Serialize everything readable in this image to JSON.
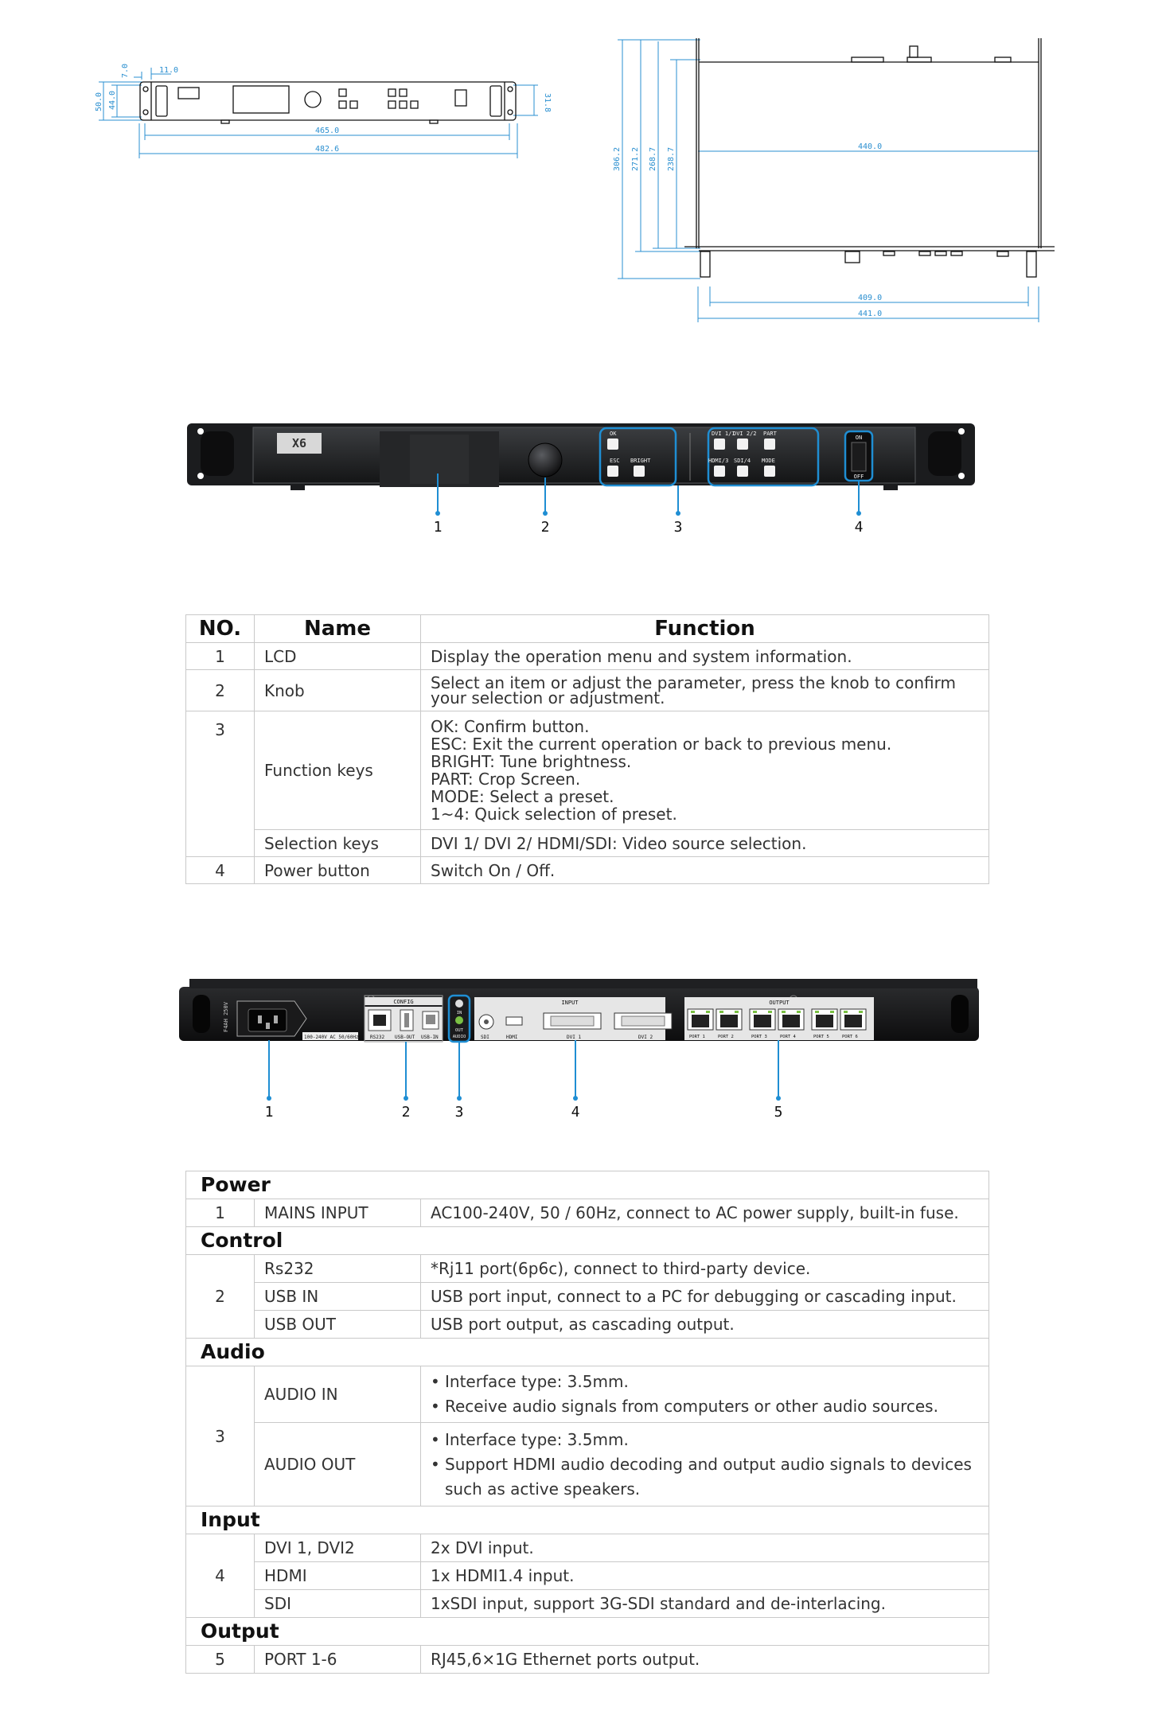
{
  "dims": {
    "front": [
      "11.0",
      "7.0",
      "50.0",
      "44.0",
      "31.8",
      "465.0",
      "482.6"
    ],
    "side": [
      "306.2",
      "271.2",
      "268.7",
      "238.7",
      "440.0",
      "409.0",
      "441.0"
    ]
  },
  "front_panel": {
    "logo": "X6",
    "keys": [
      "OK",
      "ESC",
      "BRIGHT",
      "DVI 1/1",
      "DVI 2/2",
      "PART",
      "HDMI/3",
      "SDI/4",
      "MODE"
    ],
    "switch_on": "ON",
    "switch_off": "OFF",
    "callouts": [
      "1",
      "2",
      "3",
      "4"
    ]
  },
  "front_table": {
    "headers": [
      "NO.",
      "Name",
      "Function"
    ],
    "rows": [
      {
        "no": "1",
        "name": "LCD",
        "func": [
          "Display the operation menu and system information."
        ]
      },
      {
        "no": "2",
        "name": "Knob",
        "func": [
          "Select an item or adjust the parameter, press the knob to confirm",
          "your selection or adjustment."
        ]
      },
      {
        "no": "3",
        "name": "Function keys",
        "func": [
          "OK: Confirm button.",
          "ESC: Exit the current operation or back to previous menu.",
          "BRIGHT: Tune brightness.",
          "PART: Crop Screen.",
          "MODE: Select a preset.",
          "1~4: Quick selection of preset."
        ]
      },
      {
        "no": "",
        "name": "Selection keys",
        "func": [
          "DVI 1/ DVI 2/ HDMI/SDI: Video source selection."
        ]
      },
      {
        "no": "4",
        "name": "Power button",
        "func": [
          "Switch On / Off."
        ]
      }
    ]
  },
  "rear_panel": {
    "fuse_label": "F4AH 250V",
    "ac_label": "100-240V AC 50/60Hz",
    "group_config": "CONFIG",
    "group_input": "INPUT",
    "group_output": "OUTPUT",
    "config_ports": [
      "RS232",
      "USB-OUT",
      "USB-IN"
    ],
    "audio_labels": [
      "IN",
      "OUT",
      "AUDIO"
    ],
    "input_ports": [
      "SDI",
      "HDMI",
      "DVI 1",
      "DVI 2"
    ],
    "output_ports": [
      "PORT 1",
      "PORT 2",
      "PORT 3",
      "PORT 4",
      "PORT 5",
      "PORT 6"
    ],
    "callouts": [
      "1",
      "2",
      "3",
      "4",
      "5"
    ]
  },
  "rear_table": {
    "sections": [
      {
        "title": "Power",
        "rows": [
          {
            "no": "1",
            "name": "MAINS INPUT",
            "func": "AC100-240V, 50 / 60Hz, connect to AC power supply, built-in fuse."
          }
        ]
      },
      {
        "title": "Control",
        "no": "2",
        "rows": [
          {
            "name": "Rs232",
            "func": "*Rj11 port(6p6c), connect to third-party device."
          },
          {
            "name": "USB IN",
            "func": "USB port input, connect to a PC for debugging or cascading input."
          },
          {
            "name": "USB OUT",
            "func": "USB port output, as cascading output."
          }
        ]
      },
      {
        "title": "Audio",
        "no": "3",
        "rows": [
          {
            "name": "AUDIO IN",
            "bullets": [
              "Interface type: 3.5mm.",
              "Receive audio signals from computers or other audio sources."
            ]
          },
          {
            "name": "AUDIO OUT",
            "bullets": [
              "Interface type: 3.5mm.",
              "Support HDMI audio decoding and output audio signals to devices such as active speakers."
            ]
          }
        ]
      },
      {
        "title": "Input",
        "no": "4",
        "rows": [
          {
            "name": "DVI 1, DVI2",
            "func": "2x DVI input."
          },
          {
            "name": "HDMI",
            "func": "1x HDMI1.4 input."
          },
          {
            "name": "SDI",
            "func": "1xSDI input, support 3G-SDI standard and de-interlacing."
          }
        ]
      },
      {
        "title": "Output",
        "rows": [
          {
            "no": "5",
            "name": "PORT 1-6",
            "func": "RJ45,6×1G Ethernet ports output."
          }
        ]
      }
    ]
  }
}
